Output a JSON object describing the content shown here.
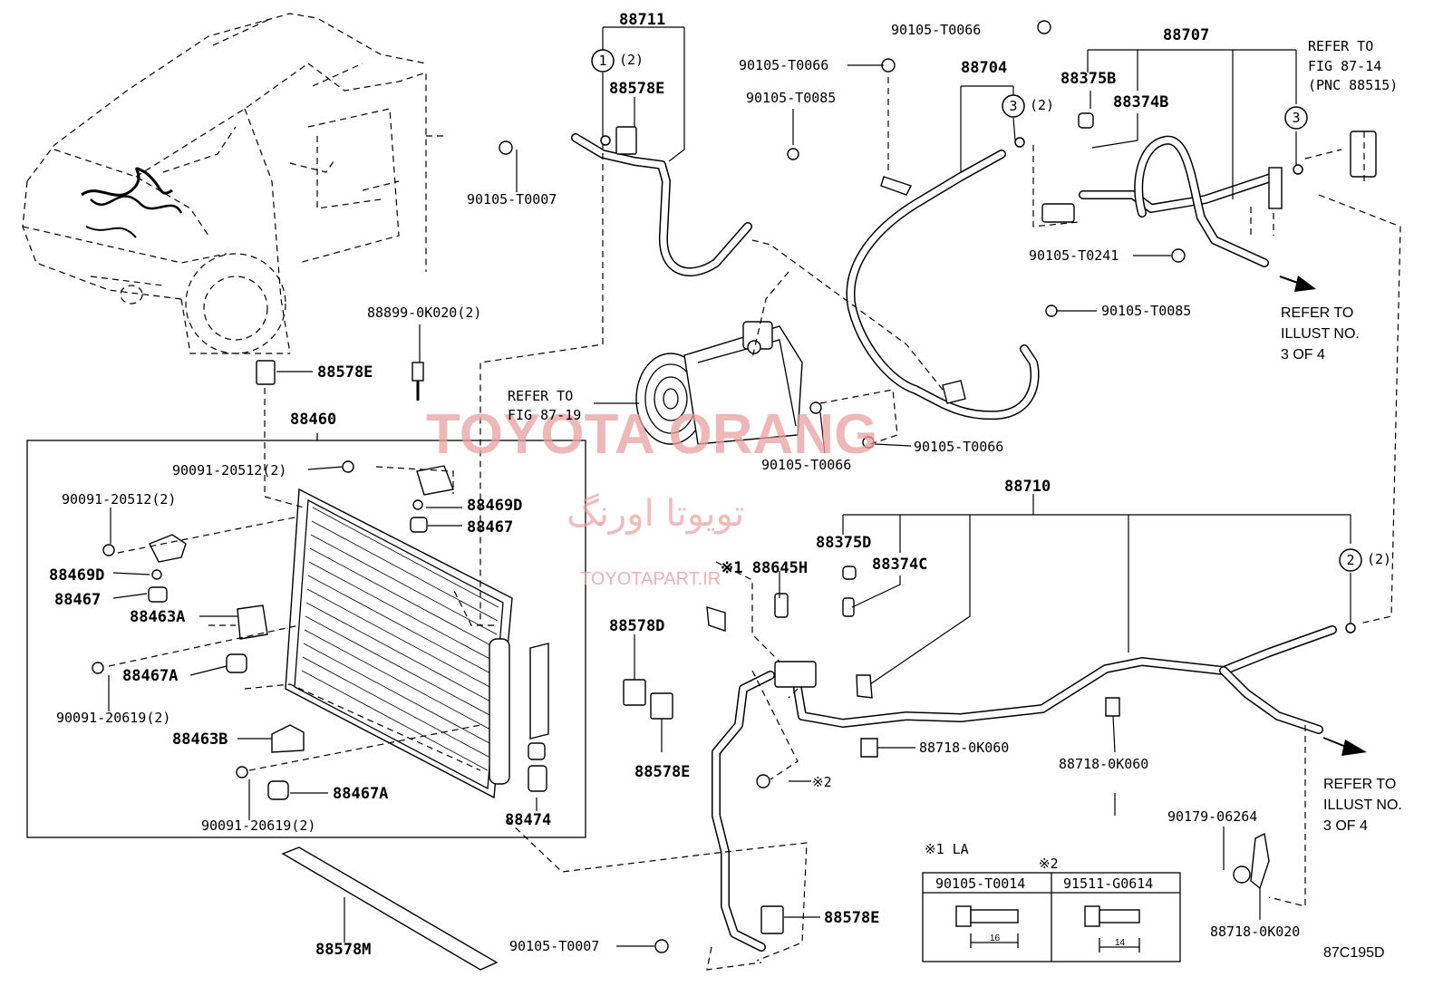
{
  "diagram": {
    "code": "87C195D",
    "watermark": {
      "brand": "TOYOTA ORANG",
      "persian": "تویوتا اورنگ",
      "site": "TOYOTAPART.IR"
    },
    "labels": {
      "p88711": "88711",
      "c1note": "(2)",
      "p88578E_top": "88578E",
      "p90105_T0007_top": "90105-T0007",
      "p90105_T0066_a": "90105-T0066",
      "p90105_T0066_b": "90105-T0066",
      "p90105_T0085_a": "90105-T0085",
      "p88704": "88704",
      "c3note": "(2)",
      "p88707": "88707",
      "p88375B": "88375B",
      "p88374B": "88374B",
      "refer_fig_87_14_l1": "REFER TO",
      "refer_fig_87_14_l2": "FIG 87-14",
      "refer_fig_87_14_l3": "(PNC 88515)",
      "p90105_T0241": "90105-T0241",
      "refer_illust_a_l1": "REFER TO",
      "refer_illust_a_l2": "ILLUST NO.",
      "refer_illust_a_l3": "3 OF 4",
      "p90105_T0085_b": "90105-T0085",
      "p88899": "88899-0K020(2)",
      "p88578E_mid": "88578E",
      "refer_fig_87_19_l1": "REFER TO",
      "refer_fig_87_19_l2": "FIG 87-19",
      "p90105_T0066_c": "90105-T0066",
      "p90105_T0066_d": "90105-T0066",
      "p88460": "88460",
      "p90091_20512_a": "90091-20512(2)",
      "p90091_20512_b": "90091-20512(2)",
      "p88469D_a": "88469D",
      "p88467_a": "88467",
      "p88469D_b": "88469D",
      "p88467_b": "88467",
      "p88463A": "88463A",
      "p88467A_a": "88467A",
      "p90091_20619_a": "90091-20619(2)",
      "p88463B": "88463B",
      "p88467A_b": "88467A",
      "p90091_20619_b": "90091-20619(2)",
      "p88474": "88474",
      "p88578M": "88578M",
      "p88710": "88710",
      "p88375D": "88375D",
      "p88645H": "※1 88645H",
      "p88374C": "88374C",
      "c2note": "(2)",
      "p88578D": "88578D",
      "p88578E_low": "88578E",
      "p88718_0K060_a": "88718-0K060",
      "p88718_0K060_b": "88718-0K060",
      "refer_illust_b_l1": "REFER TO",
      "refer_illust_b_l2": "ILLUST NO.",
      "refer_illust_b_l3": "3 OF 4",
      "note2_ref": "※2",
      "p90179": "90179-06264",
      "p88718_0K020": "88718-0K020",
      "p90105_T0007_bot": "90105-T0007",
      "p88578E_bot": "88578E",
      "legend_note1": "※1 LA",
      "legend_note2": "※2",
      "legend_col1": "90105-T0014",
      "legend_col2": "91511-G0614",
      "legend_dim1": "16",
      "legend_dim2": "14",
      "circle1": "1",
      "circle3a": "3",
      "circle3b": "3",
      "circle2": "2"
    }
  }
}
